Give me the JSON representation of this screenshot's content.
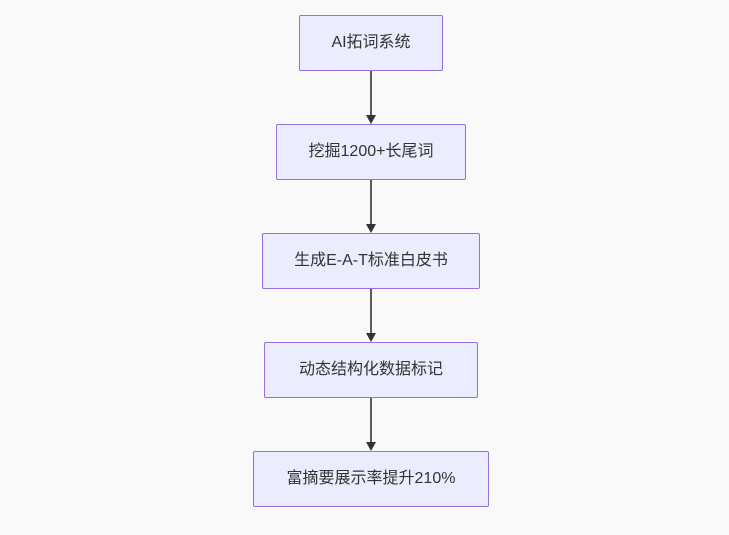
{
  "flowchart": {
    "type": "flowchart",
    "direction": "top-down",
    "nodes": [
      {
        "id": "n1",
        "label": "AI拓词系统"
      },
      {
        "id": "n2",
        "label": "挖掘1200+长尾词"
      },
      {
        "id": "n3",
        "label": "生成E-A-T标准白皮书"
      },
      {
        "id": "n4",
        "label": "动态结构化数据标记"
      },
      {
        "id": "n5",
        "label": "富摘要展示率提升210%"
      }
    ],
    "edges": [
      {
        "from": "n1",
        "to": "n2"
      },
      {
        "from": "n2",
        "to": "n3"
      },
      {
        "from": "n3",
        "to": "n4"
      },
      {
        "from": "n4",
        "to": "n5"
      }
    ],
    "colors": {
      "background": "#f9f9f9",
      "node_fill": "#ECECFF",
      "node_border": "#9370DB",
      "node_text": "#333333",
      "edge": "#333333"
    }
  }
}
